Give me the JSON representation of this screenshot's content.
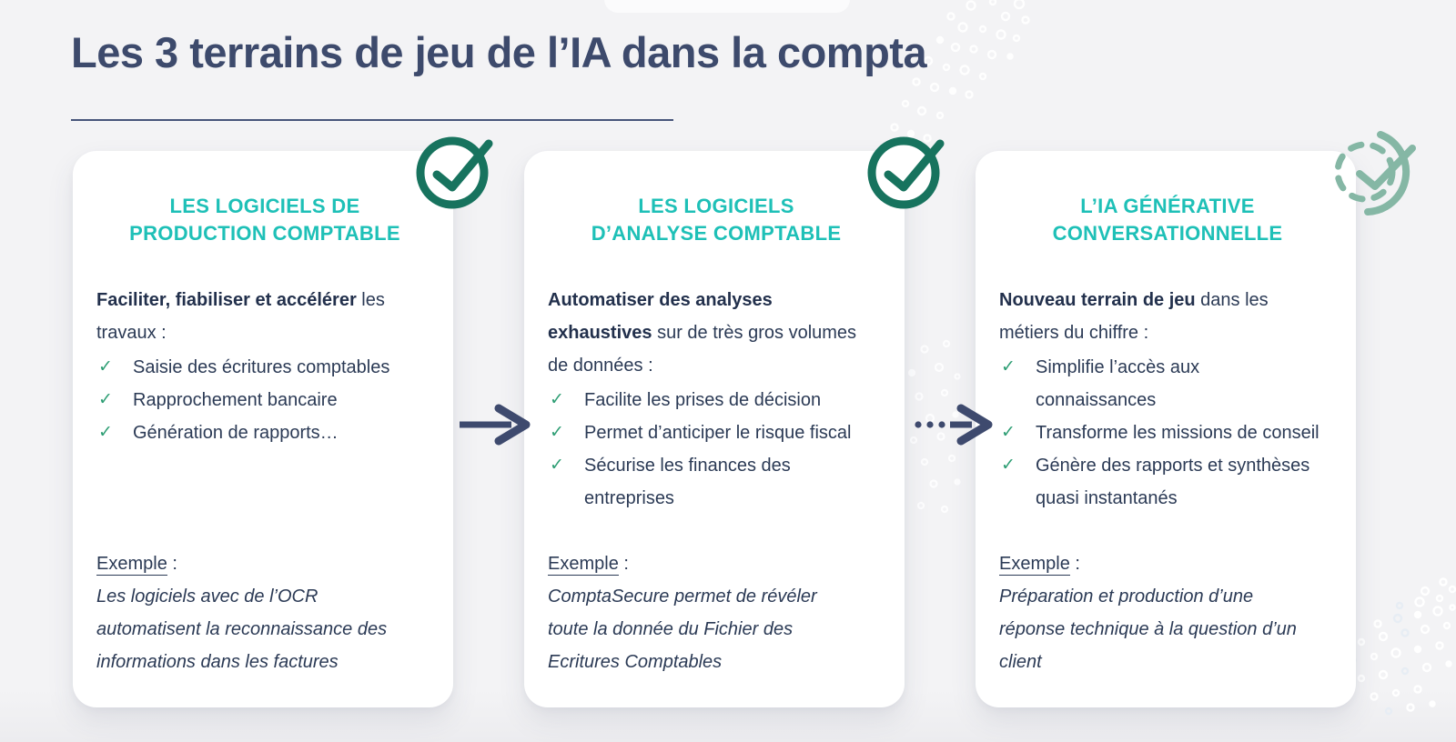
{
  "page": {
    "title": "Les 3 terrains de jeu de l’IA dans la compta"
  },
  "colors": {
    "background": "#f3f3f5",
    "card": "#ffffff",
    "heading_navy": "#3d4a6c",
    "body_navy": "#2b3a55",
    "accent_teal": "#1ec0b7",
    "check_green": "#2e9e74",
    "icon_green_dark": "#17735e",
    "icon_green_light": "#85b7a5",
    "arrow_navy": "#3e4a6e"
  },
  "icons": {
    "card_1": "check-circle-icon",
    "card_2": "check-circle-icon",
    "card_3": "check-circle-dashed-icon",
    "bullet": "checkmark-icon",
    "between_1_2": "arrow-right-icon",
    "between_2_3": "dotted-arrow-right-icon"
  },
  "cards": [
    {
      "title_line1": "LES LOGICIELS DE",
      "title_line2": "PRODUCTION COMPTABLE",
      "intro_bold": "Faciliter, fiabiliser et accélérer",
      "intro_rest": " les\ntravaux :",
      "items": [
        "Saisie des écritures comptables",
        "Rapprochement bancaire",
        "Génération de rapports…"
      ],
      "example_label": "Exemple",
      "example_suffix": " :",
      "example_text": "Les logiciels avec de l’OCR\nautomatisent la reconnaissance des\ninformations dans les factures"
    },
    {
      "title_line1": "LES LOGICIELS",
      "title_line2": "D’ANALYSE COMPTABLE",
      "intro_bold": "Automatiser des analyses\nexhaustives",
      "intro_rest": " sur de très gros volumes\nde données :",
      "items": [
        "Facilite les prises de décision",
        "Permet d’anticiper le risque fiscal",
        "Sécurise les finances des\nentreprises"
      ],
      "example_label": "Exemple",
      "example_suffix": " :",
      "example_text": "ComptaSecure permet de révéler\ntoute la donnée du Fichier des\nEcritures Comptables"
    },
    {
      "title_line1": "L’IA GÉNÉRATIVE",
      "title_line2": "CONVERSATIONNELLE",
      "intro_bold": "Nouveau terrain de jeu",
      "intro_rest": " dans les\nmétiers du chiffre :",
      "items": [
        "Simplifie l’accès aux\nconnaissances",
        "Transforme les missions de conseil",
        "Génère des rapports et synthèses\nquasi instantanés"
      ],
      "example_label": "Exemple",
      "example_suffix": " :",
      "example_text": "Préparation et production d’une\nréponse technique à la question d’un\nclient"
    }
  ]
}
